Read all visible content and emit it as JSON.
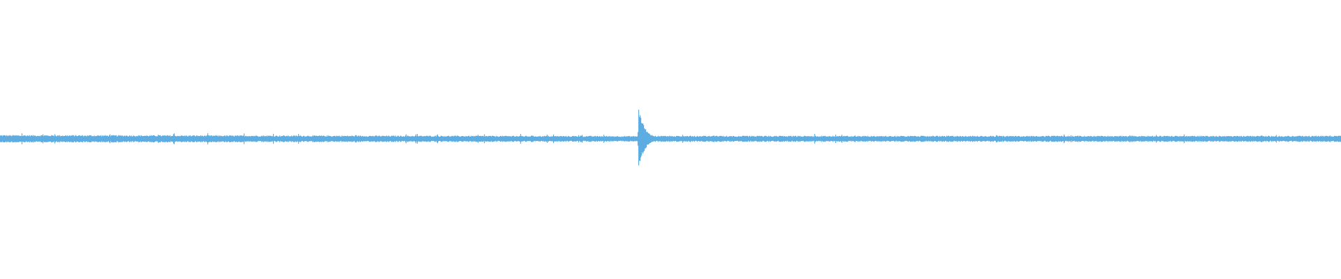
{
  "waveform": {
    "color": "#5dade2",
    "background": "#ffffff",
    "baseline_amplitude": 0.025,
    "transient": {
      "peak_amplitude_up": 0.22,
      "peak_amplitude_down": 0.215,
      "decay": "exponential"
    }
  }
}
